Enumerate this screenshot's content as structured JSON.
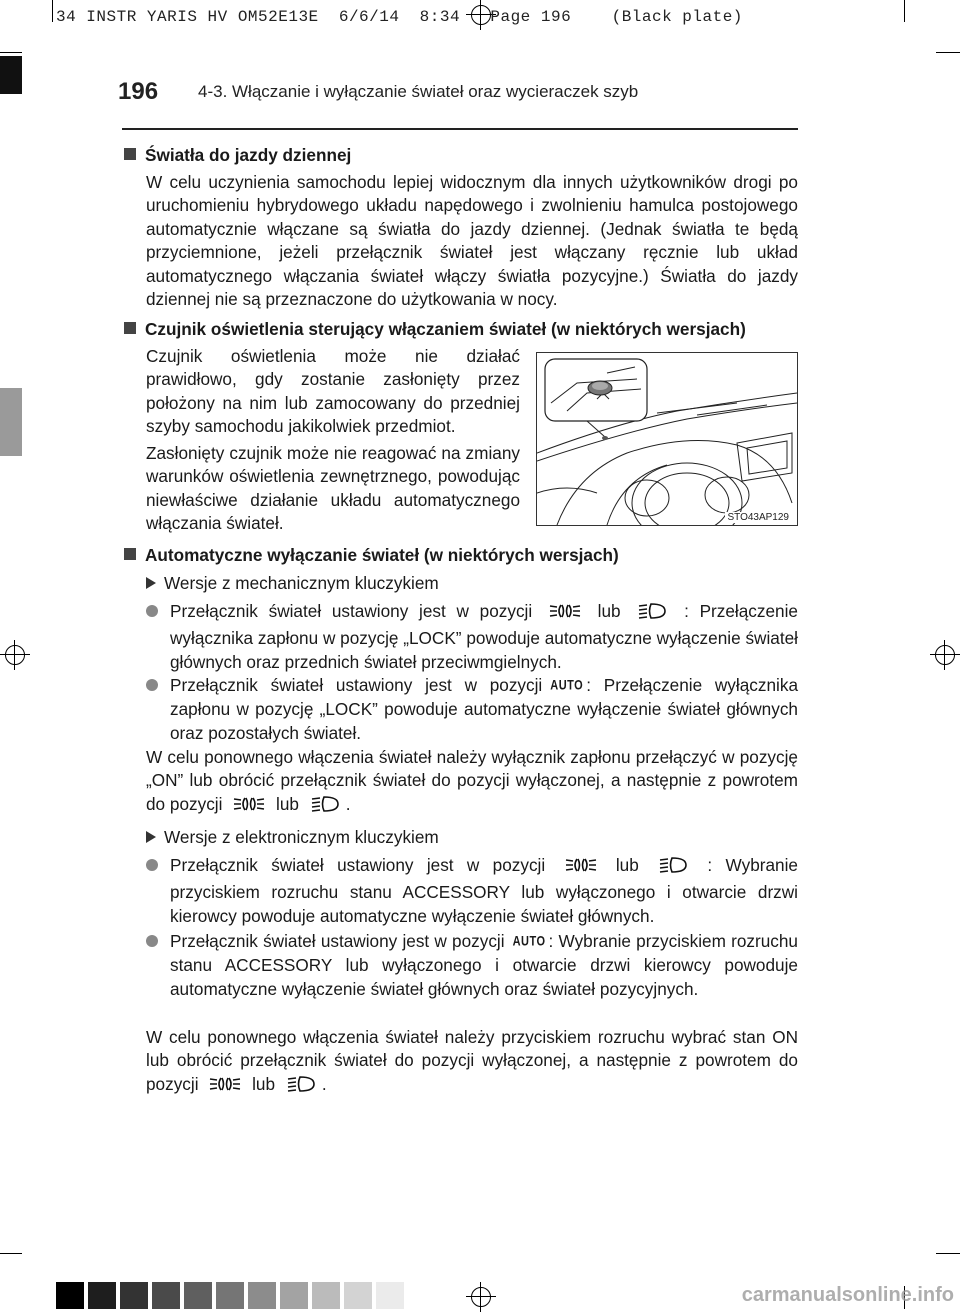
{
  "print_slug": "34 INSTR YARIS HV OM52E13E  6/6/14  8:34   Page 196    (Black plate)",
  "header": {
    "page_number": "196",
    "chapter": "4-3. Włączanie i wyłączanie świateł oraz wycieraczek szyb"
  },
  "sections": {
    "drl": {
      "heading": "Światła do jazdy dziennej",
      "body": "W celu uczynienia samochodu lepiej widocznym dla innych użytkowników drogi po uruchomieniu hybrydowego układu napędowego i zwolnieniu hamulca postojowego automatycznie włączane są światła do jazdy dziennej. (Jednak światła te będą przyciemnione, jeżeli przełącznik świateł jest włączany ręcznie lub układ automatycznego włączania świateł włączy światła pozycyjne.) Światła do jazdy dziennej nie są przeznaczone do użytkowania w nocy."
    },
    "sensor": {
      "heading": "Czujnik oświetlenia sterujący włączaniem świateł (w niektórych wersjach)",
      "para1": "Czujnik oświetlenia może nie działać prawidłowo, gdy zostanie zasłonięty przez położony na nim lub zamocowany do przedniej szyby samochodu jakikolwiek przedmiot.",
      "para2": "Zasłonięty czujnik może nie reagować na zmiany warunków oświetlenia zewnętrznego, powodując niewłaściwe działanie układu automatycznego włączania świateł.",
      "figure_code": "STO43AP129"
    },
    "autooff": {
      "heading": "Automatyczne wyłączanie świateł (w niektórych wersjach)",
      "mech": {
        "label": "Wersje z mechanicznym kluczykiem",
        "b1_pre": "Przełącznik świateł ustawiony jest w pozycji",
        "or": "lub",
        "b1_post": ": Przełączenie wyłącznika zapłonu w pozycję „LOCK” powoduje automatyczne wyłączenie świateł głównych oraz przednich świateł przeciwmgielnych.",
        "b2_pre": "Przełącznik świateł ustawiony jest w pozycji",
        "b2_post": ": Przełączenie wyłącznika zapłonu w pozycję „LOCK” powoduje automatyczne wyłączenie świateł głównych oraz pozostałych świateł.",
        "after_pre": "W celu ponownego włączenia świateł należy wyłącznik zapłonu przełączyć w pozycję „ON” lub obrócić przełącznik świateł do pozycji wyłączonej, a następnie z powrotem do pozycji",
        "after_post": "."
      },
      "elec": {
        "label": "Wersje z elektronicznym kluczykiem",
        "b1_pre": "Przełącznik świateł ustawiony jest w pozycji",
        "or": "lub",
        "b1_post": ": Wybranie przyciskiem rozruchu stanu ACCESSORY lub wyłączonego i otwarcie drzwi kierowcy powoduje automatyczne wyłączenie świateł głównych.",
        "b2_pre": "Przełącznik świateł ustawiony jest w pozycji",
        "b2_post": ": Wybranie przyciskiem rozruchu stanu ACCESSORY lub wyłączonego i otwarcie drzwi kierowcy powoduje automatyczne wyłączenie świateł głównych oraz świateł pozycyjnych.",
        "after_pre": "W celu ponownego włączenia świateł należy przyciskiem rozruchu wybrać stan ON lub obrócić przełącznik świateł do pozycji wyłączonej, a następnie z powrotem do pozycji",
        "after_post": "."
      }
    }
  },
  "auto_label": "AUTO",
  "icons": {
    "parking": "tail-light-icon",
    "headlight": "headlight-icon"
  },
  "watermark": "carmanualsonline.info",
  "colorbar": [
    "#000000",
    "#1e1e1e",
    "#333333",
    "#4a4a4a",
    "#5f5f5f",
    "#757575",
    "#8c8c8c",
    "#a3a3a3",
    "#bbbbbb",
    "#d3d3d3",
    "#ebebeb"
  ]
}
